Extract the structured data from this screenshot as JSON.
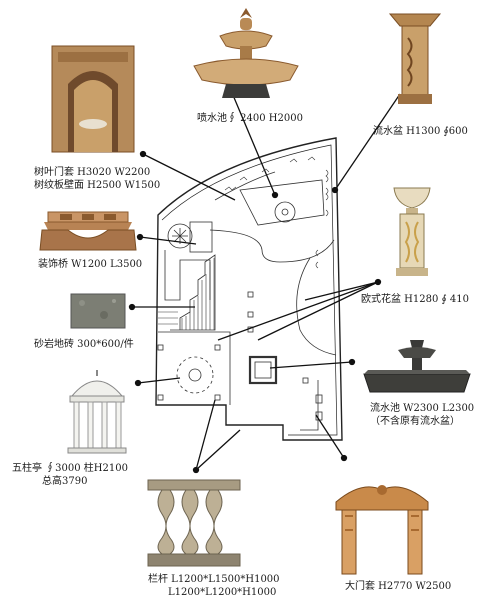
{
  "labels": {
    "fountain": "喷水池∮ 2400 H2000",
    "water_basin": "流水盆  H1300  ∮600",
    "door_frame_l1": "树叶门套  H3020  W2200",
    "door_frame_l2": "树纹板壁面 H2500  W1500",
    "bridge": "装饰桥   W1200  L3500",
    "tile": "砂岩地砖  300*600/件",
    "planter": "欧式花盆   H1280 ∮ 410",
    "water_pool_l1": "流水池  W2300  L2300",
    "water_pool_l2": "（不含原有流水盆）",
    "pavilion_l1": "五柱亭 ∮3000  柱H2100",
    "pavilion_l2": "总高3790",
    "railing_l1": "栏杆 L1200*L1500*H1000",
    "railing_l2": "L1200*L1200*H1000",
    "gate": "大门套   H2770  W2500"
  },
  "colors": {
    "sandstone": "#c9a06a",
    "sandstone_dark": "#8a5a2e",
    "stone_grey": "#7a7a72",
    "dark_stone": "#3a3a38",
    "line": "#222222"
  }
}
